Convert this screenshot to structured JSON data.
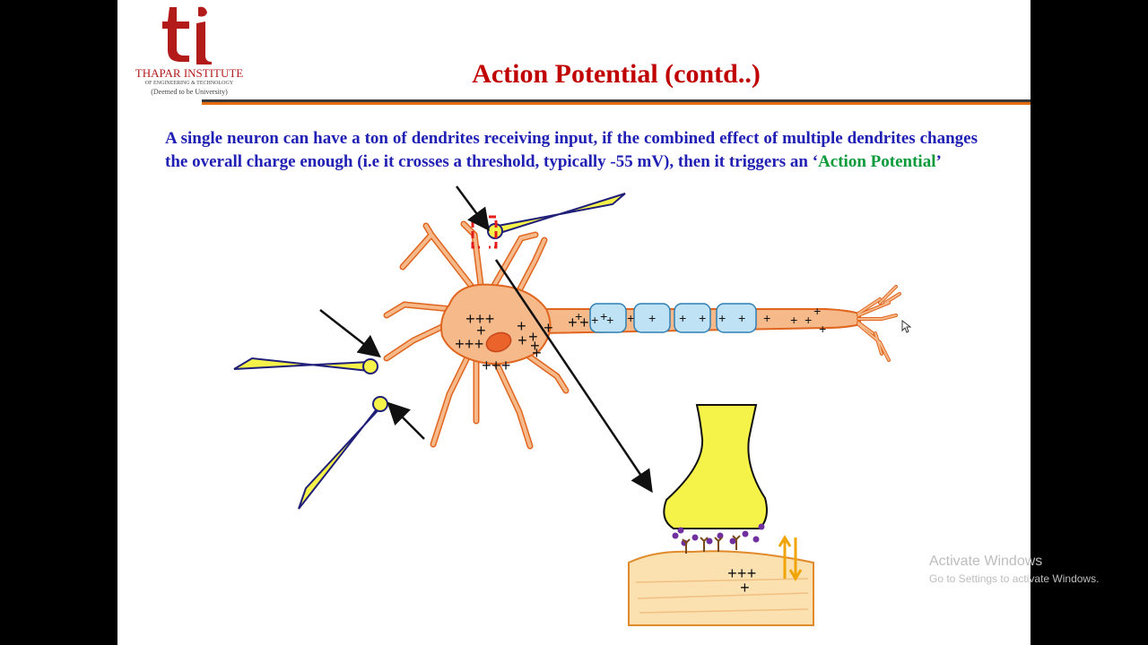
{
  "slide": {
    "logo": {
      "mark": "ti",
      "institute": "THAPAR INSTITUTE",
      "subtitle": "OF ENGINEERING & TECHNOLOGY",
      "deemed": "(Deemed to be University)"
    },
    "title": "Action Potential (contd..)",
    "body": {
      "text": "A single neuron can have a ton of dendrites receiving input, if the combined effect of multiple dendrites changes the overall charge enough (i.e it crosses a threshold, typically -55 mV), then it triggers an ‘",
      "highlight": "Action Potential",
      "end": "’"
    },
    "soma_charges": [
      "+++",
      "+",
      "+",
      "+",
      "+",
      "+++",
      "+",
      "+",
      "+",
      "+",
      "+",
      "+++"
    ],
    "axon_charges": [
      "+",
      "+",
      "+",
      "+",
      "+",
      "+",
      "+",
      "+",
      "+",
      "+",
      "+",
      "+",
      "+",
      "+",
      "+"
    ],
    "synapse_charges": [
      "+++",
      "+"
    ],
    "colors": {
      "title": "#c00000",
      "body_text": "#1f1fb4",
      "highlight": "#0a9a3a",
      "neuron": "#f6b98a",
      "neuron_outline": "#e0651f",
      "terminal": "#f5f24a",
      "myelin": "#bfe2f5",
      "rule": "#e46c0a"
    }
  },
  "overlay": {
    "watermark_title": "Activate Windows",
    "watermark_sub": "Go to Settings to activate Windows."
  }
}
